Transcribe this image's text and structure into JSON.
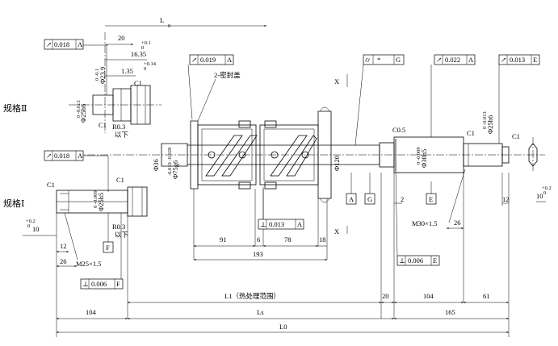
{
  "labels": {
    "spec2": "规格Ⅱ",
    "spec1": "规格Ⅰ",
    "seal": "2-密封盖",
    "section_x": "X",
    "c1": "C1",
    "c05": "C0.5",
    "r03": "R0.3",
    "below": "以下",
    "m25": "M25×1.5",
    "m30": "M30×1.5"
  },
  "gdt": {
    "runout_sym": "↗",
    "perp_sym": "⊥",
    "f1_val": "0.018",
    "f1_ref": "A",
    "f2_val": "0.019",
    "f2_ref": "A",
    "f3_sym": "⌭",
    "f3_val": "*",
    "f3_ref": "G",
    "f4_val": "0.022",
    "f4_ref": "A",
    "f5_val": "0.013",
    "f5_ref": "E",
    "f6_val": "0.018",
    "f6_ref": "A",
    "f7_val": "0.013",
    "f7_ref": "A",
    "f8_val": "0.006",
    "f8_ref": "E",
    "f9_val": "0.006",
    "f9_ref": "F"
  },
  "datums": {
    "A": "A",
    "G": "G",
    "E": "E",
    "F": "F"
  },
  "diameters": {
    "d25h6": "Φ25h6",
    "tol_25h6": "0 -0.013",
    "d23_9": "Φ23.9",
    "tol_23_9": "0 -0.1",
    "d25h5": "Φ25h5",
    "tol_25h5": "0 -0.009",
    "d36": "Φ36",
    "d75g6": "Φ75g6",
    "tol_75g6": "-0.010 -0.029",
    "d120": "Φ120",
    "d30h5": "Φ30h5",
    "tol_30h5": "0 -0.009"
  },
  "dims": {
    "L0": "L",
    "L0_sub": "0",
    "L0_bottom": "L0",
    "Ls": "Ls",
    "L1": "L1（热处理范围）",
    "d20_top": "20",
    "d16_35": "16.35",
    "tol_16_35_upper": "+0.1",
    "tol_16_35_lower": "0",
    "d1_35": "1.35",
    "tol_1_35_upper": "+0.14",
    "tol_1_35_lower": "0",
    "d91": "91",
    "d6": "6",
    "d78": "78",
    "d18": "18",
    "d193": "193",
    "d20": "20",
    "d104": "104",
    "d61": "61",
    "d165": "165",
    "d26": "26",
    "d12": "12",
    "d10": "10",
    "tol_10_upper": "+0.2",
    "tol_10_lower": "0",
    "d2": "2"
  }
}
